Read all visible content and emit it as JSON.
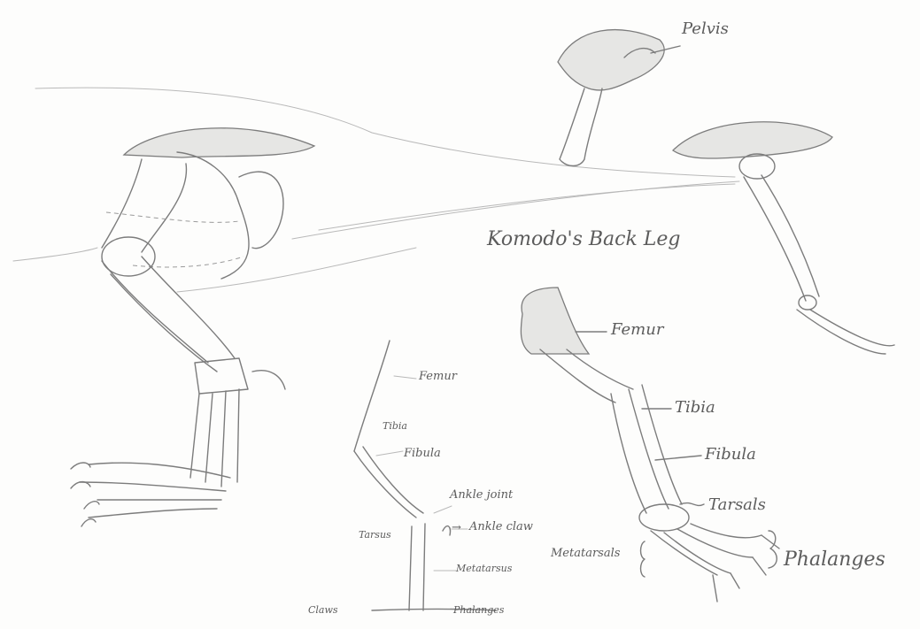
{
  "title": "Komodo's Back Leg",
  "labels": {
    "pelvis": "Pelvis",
    "femur": "Femur",
    "tibia": "Tibia",
    "fibula": "Fibula",
    "tarsals": "Tarsals",
    "metatarsals": "Metatarsals",
    "phalanges": "Phalanges"
  },
  "diagram_labels": {
    "femur": "Femur",
    "tibia": "Tibia",
    "fibula": "Fibula",
    "ankle_joint": "Ankle joint",
    "ankle_claw": "Ankle claw",
    "tarsus": "Tarsus",
    "metatarsus": "Metatarsus",
    "claws": "Claws",
    "phalanges": "Phalanges"
  },
  "colors": {
    "paper": "#fdfdfc",
    "pencil": "#7c7c7c"
  }
}
